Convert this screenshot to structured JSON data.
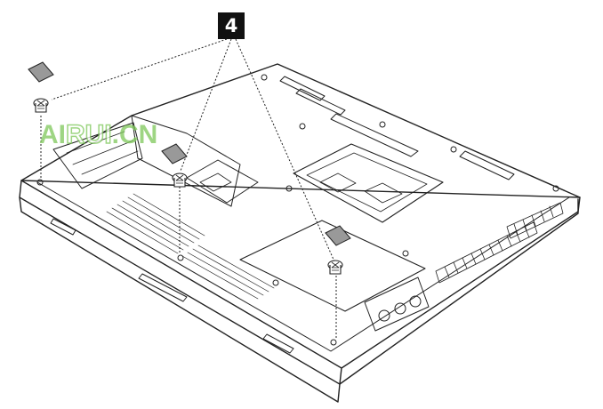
{
  "figure": {
    "callout_label": "4",
    "watermark": {
      "part1": "AI",
      "part2": "RUI",
      "part3": ".CN"
    },
    "colors": {
      "line": "#222222",
      "callout_bg": "#111111",
      "callout_text": "#ffffff",
      "pad_fill": "#999999",
      "watermark": "#7ec85a"
    },
    "parts": [
      "laptop-bottom-chassis",
      "screw",
      "rubber-pad"
    ]
  }
}
